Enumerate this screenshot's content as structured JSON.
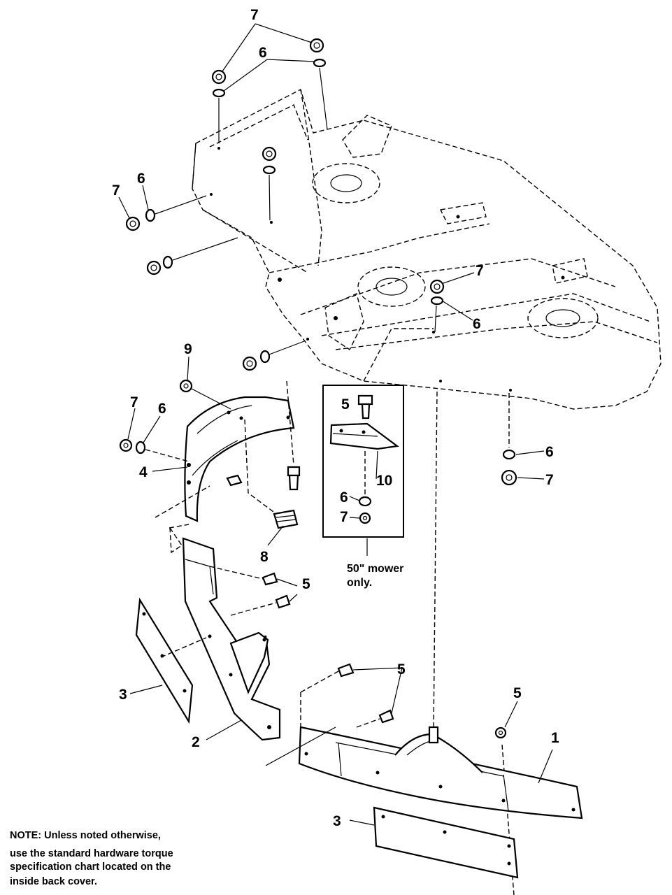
{
  "callouts": {
    "c1": "1",
    "c2": "2",
    "c3a": "3",
    "c3b": "3",
    "c4": "4",
    "c5a": "5",
    "c5b": "5",
    "c5c": "5",
    "c5d": "5",
    "c6a": "6",
    "c6b": "6",
    "c6c": "6",
    "c6d": "6",
    "c6e": "6",
    "c6f": "6",
    "c7a": "7",
    "c7b": "7",
    "c7c": "7",
    "c7d": "7",
    "c7e": "7",
    "c7f": "7",
    "c8": "8",
    "c9": "9",
    "c10": "10"
  },
  "inset_note": {
    "line1": "50\" mower",
    "line2": "only."
  },
  "note": {
    "line1": "NOTE: Unless noted otherwise,",
    "line2": "use the standard hardware torque",
    "line3": "specification chart located on the",
    "line4": "inside back cover."
  }
}
